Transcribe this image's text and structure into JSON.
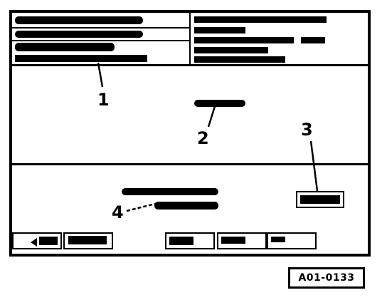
{
  "callouts": {
    "c1": "1",
    "c2": "2",
    "c3": "3",
    "c4": "4"
  },
  "figure_code": "A01-0133",
  "icons": {
    "back_key": "left-arrow-icon"
  }
}
